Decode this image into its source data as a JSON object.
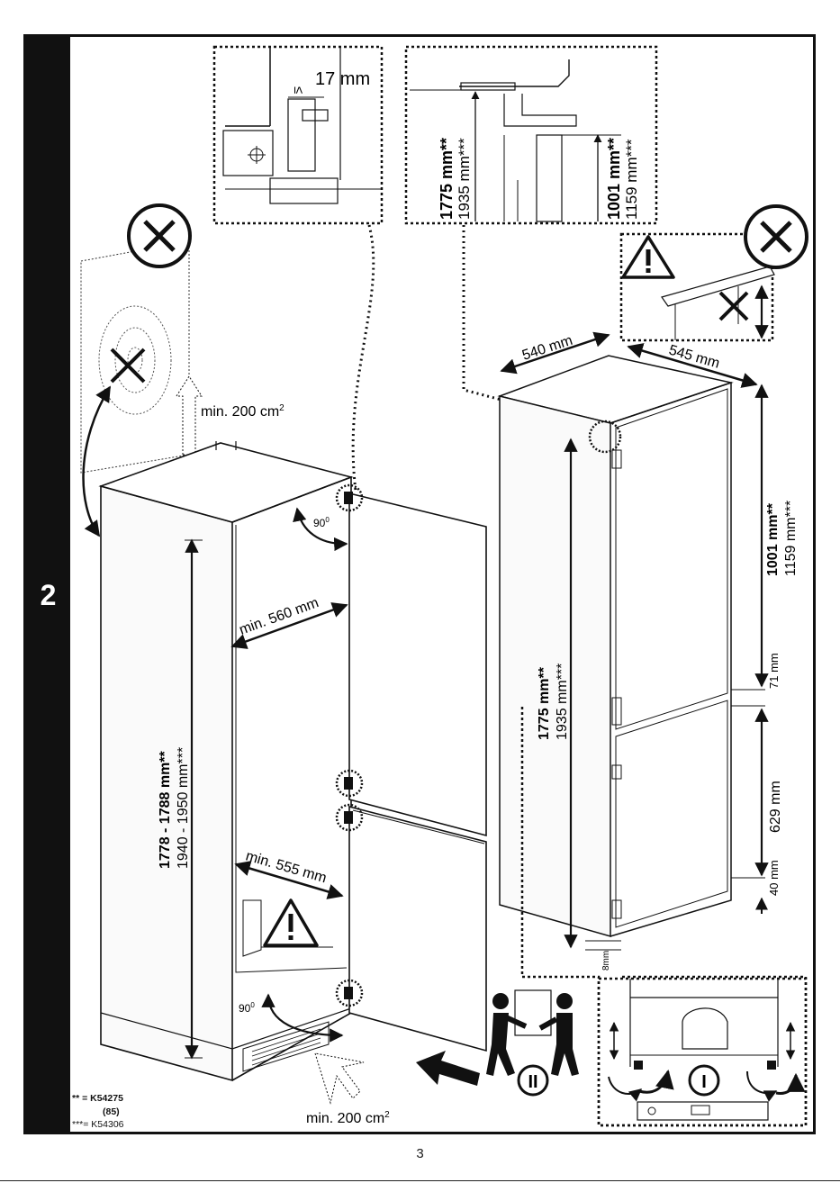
{
  "step": {
    "number": "2"
  },
  "detail_top_left": {
    "dimension": "17 mm",
    "symbol": "≤"
  },
  "detail_top_right": {
    "left_bold": "1775 mm**",
    "left_regular": "1935 mm***",
    "right_bold": "1001 mm**",
    "right_regular": "1159 mm***"
  },
  "cabinet": {
    "vent_top": "min. 200 cm",
    "vent_top_sup": "2",
    "vent_bottom": "min. 200 cm",
    "vent_bottom_sup": "2",
    "angle_top": "90",
    "angle_top_sup": "0",
    "angle_bottom": "90",
    "angle_bottom_sup": "0",
    "width_upper": "min. 560 mm",
    "width_lower": "min. 555 mm",
    "height_bold": "1778 - 1788 mm**",
    "height_regular": "1940 - 1950 mm***"
  },
  "appliance": {
    "width": "540 mm",
    "depth": "545 mm",
    "height_bold": "1775 mm**",
    "height_regular": "1935 mm***",
    "upper_bold": "1001 mm**",
    "upper_regular": "1159 mm***",
    "gap": "71 mm",
    "lower": "629 mm",
    "base": "40 mm",
    "foot": "8mm"
  },
  "steps_markers": {
    "step_one": "I",
    "step_two": "II"
  },
  "footnotes": {
    "line1": "** = K54275",
    "line2": "(85)",
    "line3": "***= K54306"
  },
  "page": {
    "number": "3"
  }
}
